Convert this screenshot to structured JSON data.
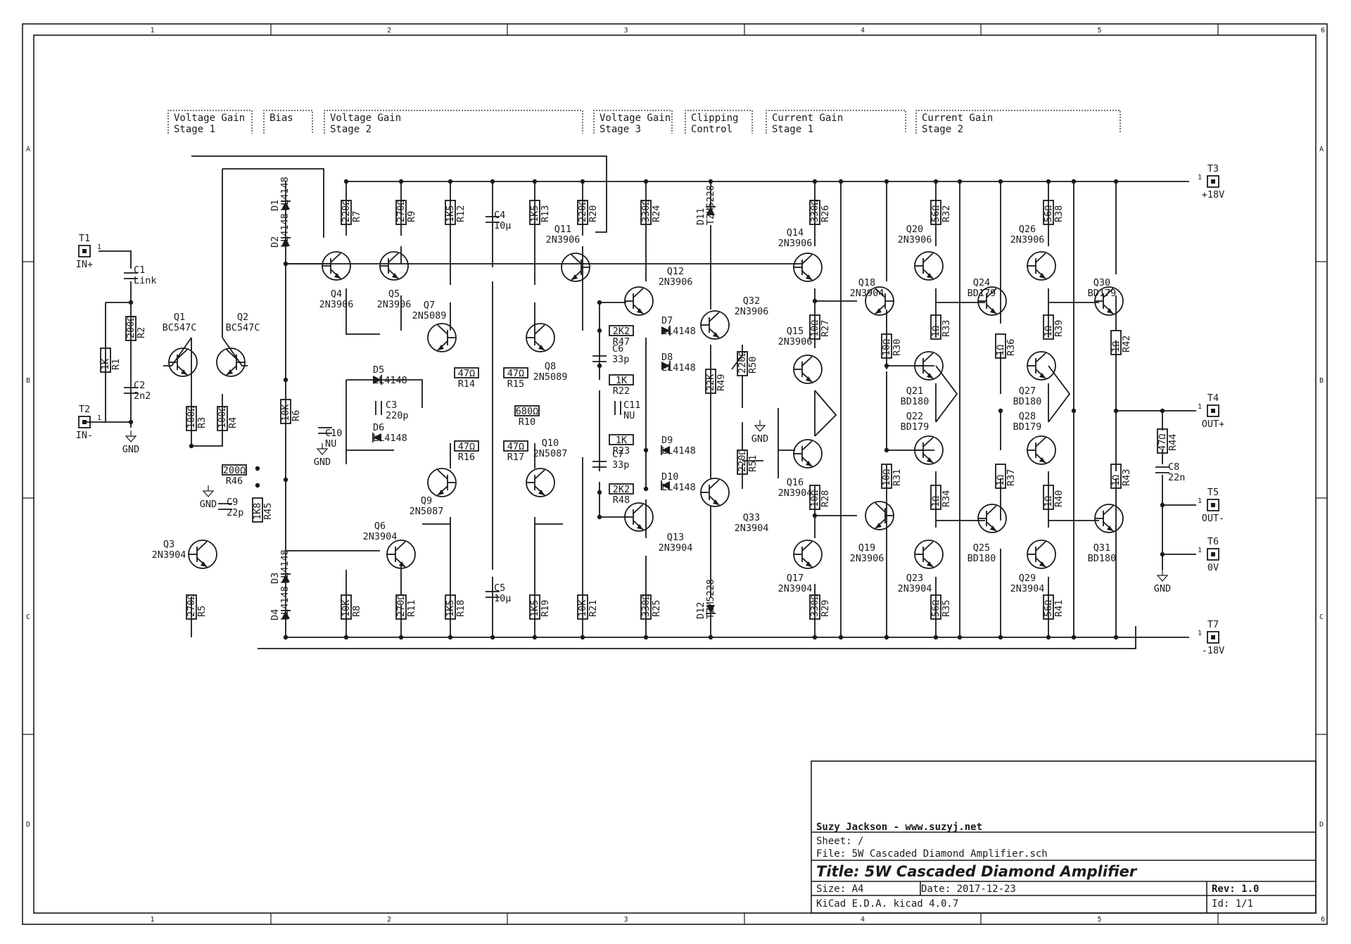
{
  "zone_columns": [
    "1",
    "2",
    "3",
    "4",
    "5",
    "6"
  ],
  "zone_rows": [
    "A",
    "B",
    "C",
    "D"
  ],
  "sections": [
    {
      "line1": "Voltage Gain",
      "line2": "Stage 1"
    },
    {
      "line1": "Bias",
      "line2": ""
    },
    {
      "line1": "Voltage Gain",
      "line2": "Stage 2"
    },
    {
      "line1": "Voltage Gain",
      "line2": "Stage 3"
    },
    {
      "line1": "Clipping",
      "line2": "Control"
    },
    {
      "line1": "Current Gain",
      "line2": "Stage 1"
    },
    {
      "line1": "Current Gain",
      "line2": "Stage 2"
    }
  ],
  "connectors": {
    "T1": {
      "ref": "T1",
      "label": "IN+"
    },
    "T2": {
      "ref": "T2",
      "label": "IN-"
    },
    "T3": {
      "ref": "T3",
      "label": "+18V"
    },
    "T4": {
      "ref": "T4",
      "label": "OUT+"
    },
    "T5": {
      "ref": "T5",
      "label": "OUT-"
    },
    "T6": {
      "ref": "T6",
      "label": "0V"
    },
    "T7": {
      "ref": "T7",
      "label": "-18V"
    }
  },
  "gnd_label": "GND",
  "transistors": {
    "Q1": {
      "ref": "Q1",
      "part": "BC547C"
    },
    "Q2": {
      "ref": "Q2",
      "part": "BC547C"
    },
    "Q3": {
      "ref": "Q3",
      "part": "2N3904"
    },
    "Q4": {
      "ref": "Q4",
      "part": "2N3906"
    },
    "Q5": {
      "ref": "Q5",
      "part": "2N3906"
    },
    "Q6": {
      "ref": "Q6",
      "part": "2N3904"
    },
    "Q7": {
      "ref": "Q7",
      "part": "2N5089"
    },
    "Q8": {
      "ref": "Q8",
      "part": "2N5089"
    },
    "Q9": {
      "ref": "Q9",
      "part": "2N5087"
    },
    "Q10": {
      "ref": "Q10",
      "part": "2N5087"
    },
    "Q11": {
      "ref": "Q11",
      "part": "2N3906"
    },
    "Q12": {
      "ref": "Q12",
      "part": "2N3906"
    },
    "Q13": {
      "ref": "Q13",
      "part": "2N3904"
    },
    "Q14": {
      "ref": "Q14",
      "part": "2N3906"
    },
    "Q15": {
      "ref": "Q15",
      "part": "2N3906"
    },
    "Q16": {
      "ref": "Q16",
      "part": "2N3904"
    },
    "Q17": {
      "ref": "Q17",
      "part": "2N3904"
    },
    "Q18": {
      "ref": "Q18",
      "part": "2N3904"
    },
    "Q19": {
      "ref": "Q19",
      "part": "2N3906"
    },
    "Q20": {
      "ref": "Q20",
      "part": "2N3906"
    },
    "Q21": {
      "ref": "Q21",
      "part": "BD180"
    },
    "Q22": {
      "ref": "Q22",
      "part": "BD179"
    },
    "Q23": {
      "ref": "Q23",
      "part": "2N3904"
    },
    "Q24": {
      "ref": "Q24",
      "part": "BD179"
    },
    "Q25": {
      "ref": "Q25",
      "part": "BD180"
    },
    "Q26": {
      "ref": "Q26",
      "part": "2N3906"
    },
    "Q27": {
      "ref": "Q27",
      "part": "BD180"
    },
    "Q28": {
      "ref": "Q28",
      "part": "BD179"
    },
    "Q29": {
      "ref": "Q29",
      "part": "2N3904"
    },
    "Q30": {
      "ref": "Q30",
      "part": "BD179"
    },
    "Q31": {
      "ref": "Q31",
      "part": "BD180"
    },
    "Q32": {
      "ref": "Q32",
      "part": "2N3906"
    },
    "Q33": {
      "ref": "Q33",
      "part": "2N3904"
    }
  },
  "resistors": {
    "R1": {
      "ref": "R1",
      "value": "1K"
    },
    "R2": {
      "ref": "R2",
      "value": "200Ω"
    },
    "R3": {
      "ref": "R3",
      "value": "100Ω"
    },
    "R4": {
      "ref": "R4",
      "value": "100Ω"
    },
    "R5": {
      "ref": "R5",
      "value": "270Ω"
    },
    "R6": {
      "ref": "R6",
      "value": "10K"
    },
    "R7": {
      "ref": "R7",
      "value": "220Ω"
    },
    "R8": {
      "ref": "R8",
      "value": "10K"
    },
    "R9": {
      "ref": "R9",
      "value": "270Ω"
    },
    "R10": {
      "ref": "R10",
      "value": "680Ω"
    },
    "R11": {
      "ref": "R11",
      "value": "270Ω"
    },
    "R12": {
      "ref": "R12",
      "value": "1K5"
    },
    "R13": {
      "ref": "R13",
      "value": "1K5"
    },
    "R14": {
      "ref": "R14",
      "value": "47Ω"
    },
    "R15": {
      "ref": "R15",
      "value": "47Ω"
    },
    "R16": {
      "ref": "R16",
      "value": "47Ω"
    },
    "R17": {
      "ref": "R17",
      "value": "47Ω"
    },
    "R18": {
      "ref": "R18",
      "value": "1K5"
    },
    "R19": {
      "ref": "R19",
      "value": "1K5"
    },
    "R20": {
      "ref": "R20",
      "value": "220Ω"
    },
    "R21": {
      "ref": "R21",
      "value": "10K"
    },
    "R22": {
      "ref": "R22",
      "value": "1K"
    },
    "R23": {
      "ref": "R23",
      "value": "1K"
    },
    "R24": {
      "ref": "R24",
      "value": "330Ω"
    },
    "R25": {
      "ref": "R25",
      "value": "330Ω"
    },
    "R26": {
      "ref": "R26",
      "value": "330Ω"
    },
    "R27": {
      "ref": "R27",
      "value": "10Ω"
    },
    "R28": {
      "ref": "R28",
      "value": "10Ω"
    },
    "R29": {
      "ref": "R29",
      "value": "330Ω"
    },
    "R30": {
      "ref": "R30",
      "value": "10Ω"
    },
    "R31": {
      "ref": "R31",
      "value": "10Ω"
    },
    "R32": {
      "ref": "R32",
      "value": "56Ω"
    },
    "R33": {
      "ref": "R33",
      "value": "1Ω"
    },
    "R34": {
      "ref": "R34",
      "value": "1Ω"
    },
    "R35": {
      "ref": "R35",
      "value": "56Ω"
    },
    "R36": {
      "ref": "R36",
      "value": "1Ω"
    },
    "R37": {
      "ref": "R37",
      "value": "1Ω"
    },
    "R38": {
      "ref": "R38",
      "value": "56Ω"
    },
    "R39": {
      "ref": "R39",
      "value": "1Ω"
    },
    "R40": {
      "ref": "R40",
      "value": "1Ω"
    },
    "R41": {
      "ref": "R41",
      "value": "56Ω"
    },
    "R42": {
      "ref": "R42",
      "value": "1Ω"
    },
    "R43": {
      "ref": "R43",
      "value": "1Ω"
    },
    "R44": {
      "ref": "R44",
      "value": "47Ω"
    },
    "R45": {
      "ref": "R45",
      "value": "1K8"
    },
    "R46": {
      "ref": "R46",
      "value": "200Ω"
    },
    "R47": {
      "ref": "R47",
      "value": "2K2"
    },
    "R48": {
      "ref": "R48",
      "value": "2K2"
    },
    "R49": {
      "ref": "R49",
      "value": "22K"
    },
    "R50": {
      "ref": "R50",
      "value": "220Ω"
    },
    "R51": {
      "ref": "R51",
      "value": "220Ω"
    }
  },
  "capacitors": {
    "C1": {
      "ref": "C1",
      "value": "Link"
    },
    "C2": {
      "ref": "C2",
      "value": "2n2"
    },
    "C3": {
      "ref": "C3",
      "value": "220p"
    },
    "C4": {
      "ref": "C4",
      "value": "10µ"
    },
    "C5": {
      "ref": "C5",
      "value": "10µ"
    },
    "C6": {
      "ref": "C6",
      "value": "33p"
    },
    "C7": {
      "ref": "C7",
      "value": "33p"
    },
    "C8": {
      "ref": "C8",
      "value": "22n"
    },
    "C9": {
      "ref": "C9",
      "value": "22p"
    },
    "C10": {
      "ref": "C10",
      "value": "NU"
    },
    "C11": {
      "ref": "C11",
      "value": "NU"
    }
  },
  "diodes": {
    "D1": {
      "ref": "D1",
      "value": "LL4148"
    },
    "D2": {
      "ref": "D2",
      "value": "LL4148"
    },
    "D3": {
      "ref": "D3",
      "value": "LL4148"
    },
    "D4": {
      "ref": "D4",
      "value": "LL4148"
    },
    "D5": {
      "ref": "D5",
      "value": "LL4148"
    },
    "D6": {
      "ref": "D6",
      "value": "LL4148"
    },
    "D7": {
      "ref": "D7",
      "value": "LL4148"
    },
    "D8": {
      "ref": "D8",
      "value": "LL4148"
    },
    "D9": {
      "ref": "D9",
      "value": "LL4148"
    },
    "D10": {
      "ref": "D10",
      "value": "LL4148"
    },
    "D11": {
      "ref": "D11",
      "value": "TZM5228"
    },
    "D12": {
      "ref": "D12",
      "value": "TZM5228"
    }
  },
  "title_block": {
    "author": "Suzy Jackson - www.suzyj.net",
    "sheet": "Sheet: /",
    "file": "File: 5W Cascaded Diamond Amplifier.sch",
    "title": "Title: 5W Cascaded Diamond Amplifier",
    "size": "Size: A4",
    "date": "Date: 2017-12-23",
    "rev": "Rev: 1.0",
    "tool": "KiCad E.D.A.  kicad 4.0.7",
    "id": "Id: 1/1"
  }
}
